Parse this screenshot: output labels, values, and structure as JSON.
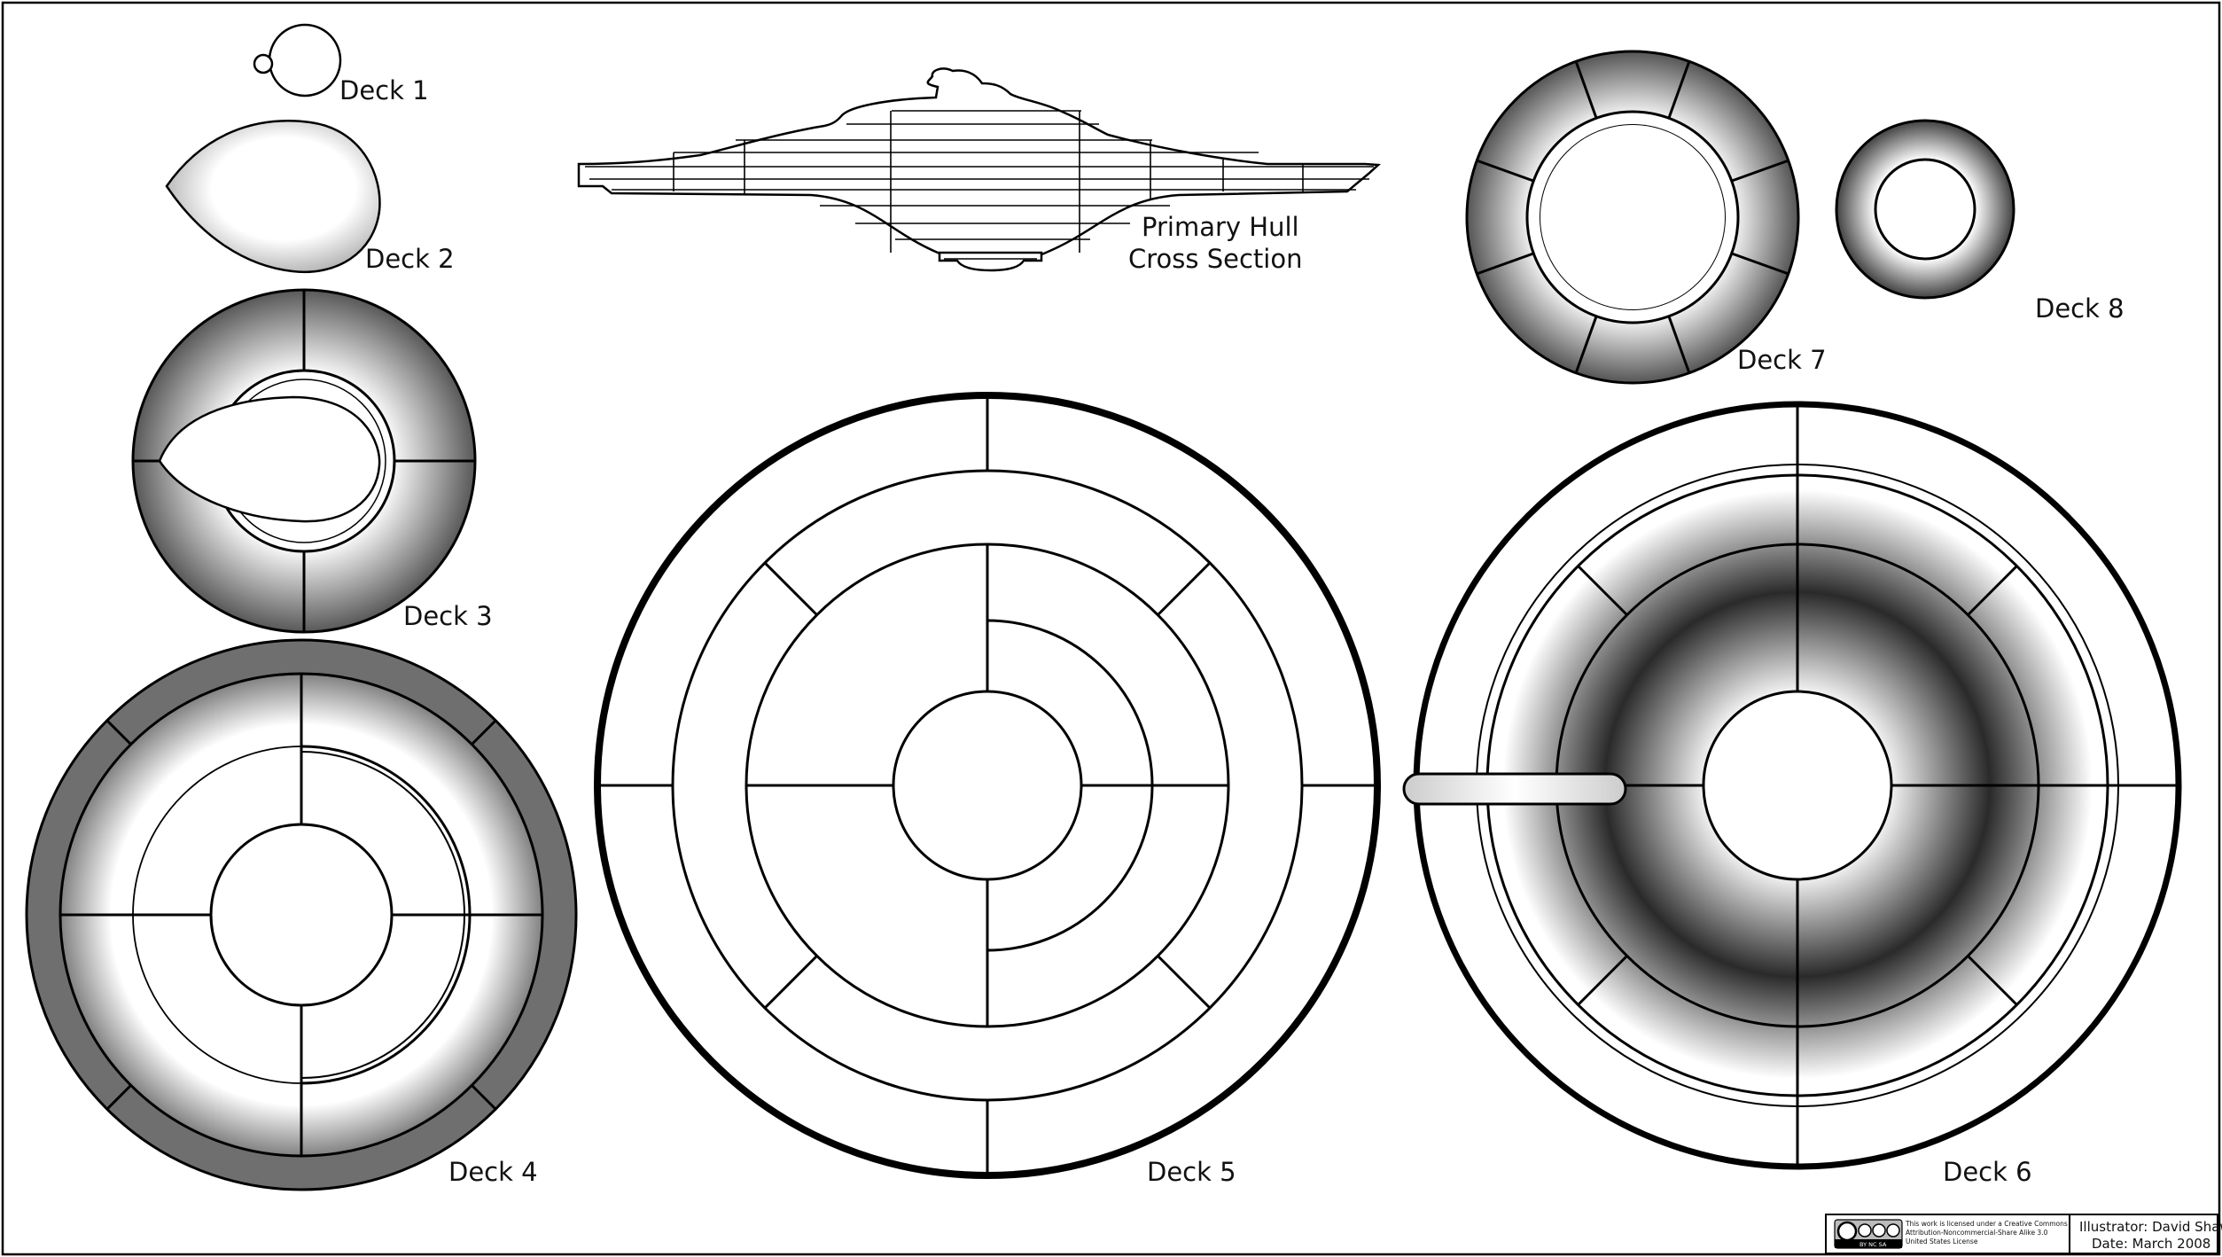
{
  "decks": [
    {
      "id": 1,
      "label": "Deck 1"
    },
    {
      "id": 2,
      "label": "Deck 2"
    },
    {
      "id": 3,
      "label": "Deck 3"
    },
    {
      "id": 4,
      "label": "Deck 4"
    },
    {
      "id": 5,
      "label": "Deck 5"
    },
    {
      "id": 6,
      "label": "Deck 6"
    },
    {
      "id": 7,
      "label": "Deck 7"
    },
    {
      "id": 8,
      "label": "Deck 8"
    }
  ],
  "cross_section": {
    "line1": "Primary Hull",
    "line2": "Cross Section"
  },
  "license": {
    "line1": "This work is licensed under a Creative Commons",
    "line2": "Attribution-Noncommercial-Share Alike 3.0",
    "line3": "United States License",
    "badge_text": "BY NC SA"
  },
  "credits": {
    "illustrator": "Illustrator: David Shaw",
    "date": "Date: March 2008"
  }
}
